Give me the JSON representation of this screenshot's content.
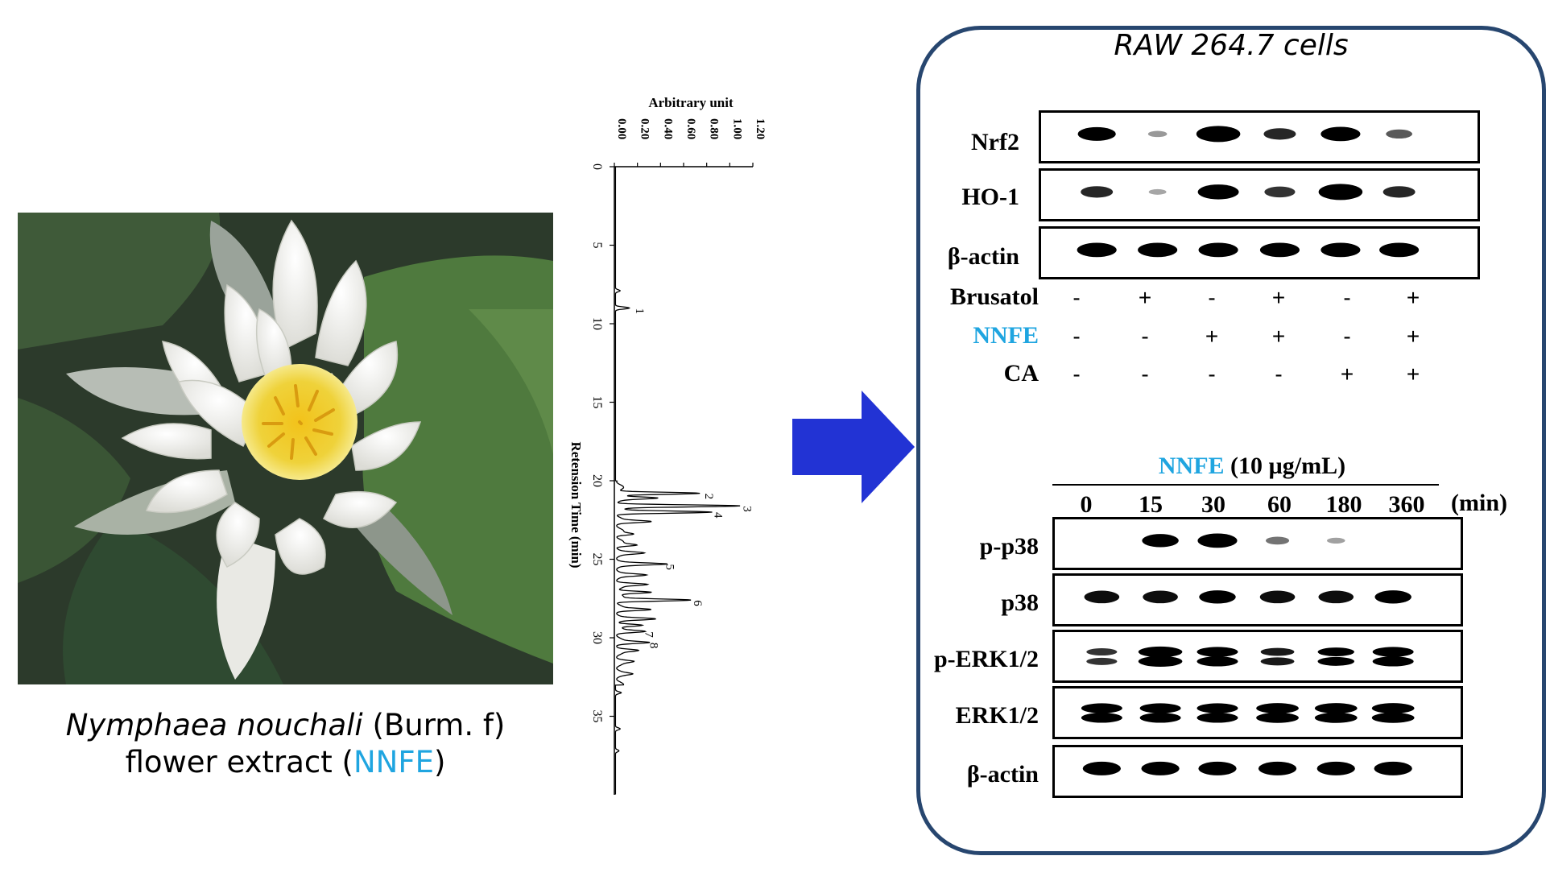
{
  "caption": {
    "species": "Nymphaea nouchali",
    "author": "(Burm. f)",
    "line2_prefix": "flower extract (",
    "line2_abbr": "NNFE",
    "line2_suffix": ")"
  },
  "chromatogram": {
    "top_axis_label": "Arbitrary unit",
    "x_ticks": [
      "0.00",
      "0.20",
      "0.40",
      "0.60",
      "0.80",
      "1.00",
      "1.20"
    ],
    "side_axis_label": "Retension Time (min)",
    "time_ticks": [
      "0",
      "5",
      "10",
      "15",
      "20",
      "25",
      "30",
      "35"
    ],
    "peak_labels": [
      "1",
      "2",
      "3",
      "4",
      "5",
      "6",
      "7",
      "8"
    ]
  },
  "chart_data": {
    "type": "line",
    "title": "",
    "xlabel": "Retension Time (min)",
    "ylabel": "Arbitrary unit",
    "xlim": [
      0,
      40
    ],
    "ylim": [
      0,
      1.2
    ],
    "orientation": "rotated 90 degrees (time runs downward)",
    "peaks": [
      {
        "label": "1",
        "x": 9.0,
        "y": 0.12
      },
      {
        "label": "2",
        "x": 20.8,
        "y": 0.72
      },
      {
        "label": "3",
        "x": 21.6,
        "y": 1.05
      },
      {
        "label": "4",
        "x": 22.0,
        "y": 0.8
      },
      {
        "label": "5",
        "x": 25.3,
        "y": 0.38
      },
      {
        "label": "6",
        "x": 27.6,
        "y": 0.62
      },
      {
        "label": "7",
        "x": 29.6,
        "y": 0.2
      },
      {
        "label": "8",
        "x": 30.3,
        "y": 0.24
      }
    ]
  },
  "panel": {
    "title": "RAW 264.7 cells"
  },
  "blot1": {
    "rows": [
      "Nrf2",
      "HO-1",
      "β-actin"
    ],
    "treatments": [
      {
        "name": "Brusatol",
        "color": "#000000",
        "signs": [
          "-",
          "+",
          "-",
          "+",
          "-",
          "+"
        ]
      },
      {
        "name": "NNFE",
        "color": "#1fa5e0",
        "signs": [
          "-",
          "-",
          "+",
          "+",
          "-",
          "+"
        ]
      },
      {
        "name": "CA",
        "color": "#000000",
        "signs": [
          "-",
          "-",
          "-",
          "-",
          "+",
          "+"
        ]
      }
    ],
    "band_intensity": {
      "Nrf2": [
        0.8,
        0.15,
        1.0,
        0.6,
        0.85,
        0.4
      ],
      "HO-1": [
        0.6,
        0.1,
        0.9,
        0.55,
        1.0,
        0.6
      ],
      "β-actin": [
        0.85,
        0.85,
        0.85,
        0.85,
        0.85,
        0.85
      ]
    }
  },
  "blot2": {
    "header_abbr": "NNFE",
    "header_conc": " (10 µg/mL)",
    "time_points": [
      "0",
      "15",
      "30",
      "60",
      "180",
      "360"
    ],
    "time_unit": "(min)",
    "rows": [
      "p-p38",
      "p38",
      "p-ERK1/2",
      "ERK1/2",
      "β-actin"
    ],
    "band_intensity": {
      "p-p38": [
        0.0,
        0.75,
        0.85,
        0.3,
        0.12,
        0.0
      ],
      "p38": [
        0.7,
        0.7,
        0.75,
        0.7,
        0.7,
        0.75
      ],
      "p-ERK1/2": [
        0.55,
        1.0,
        0.9,
        0.65,
        0.75,
        0.9
      ],
      "ERK1/2": [
        0.9,
        0.9,
        0.9,
        0.95,
        0.95,
        0.95
      ],
      "β-actin": [
        0.8,
        0.8,
        0.8,
        0.8,
        0.8,
        0.8
      ]
    }
  },
  "colors": {
    "accent_cyan": "#1fa5e0",
    "arrow_blue": "#2233d4",
    "panel_border": "#27466f"
  }
}
